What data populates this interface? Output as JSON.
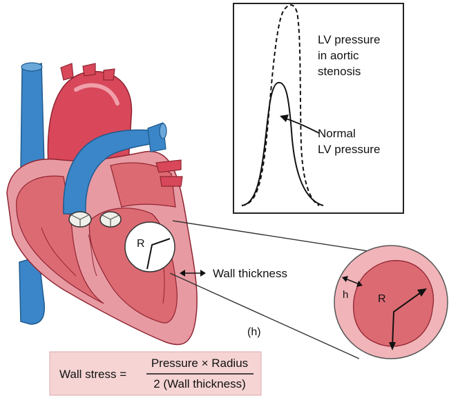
{
  "graph": {
    "dashed_label_lines": [
      "LV pressure",
      "in aortic",
      "stenosis"
    ],
    "solid_label_lines": [
      "Normal",
      "LV pressure"
    ]
  },
  "heart": {
    "radius_label": "R",
    "wall_label": "Wall thickness",
    "h_paren_label": "(h)"
  },
  "zoom": {
    "h_label": "h",
    "radius_label": "R"
  },
  "formula": {
    "lhs": "Wall stress =",
    "numerator": "Pressure × Radius",
    "denominator": "2 (Wall thickness)"
  },
  "colors": {
    "vein_blue": "#3b86c8",
    "artery_red": "#d8485a",
    "myocardium": "#e89aa2",
    "chamber": "#dc6a72",
    "formula_bg": "#f6d4d4"
  }
}
